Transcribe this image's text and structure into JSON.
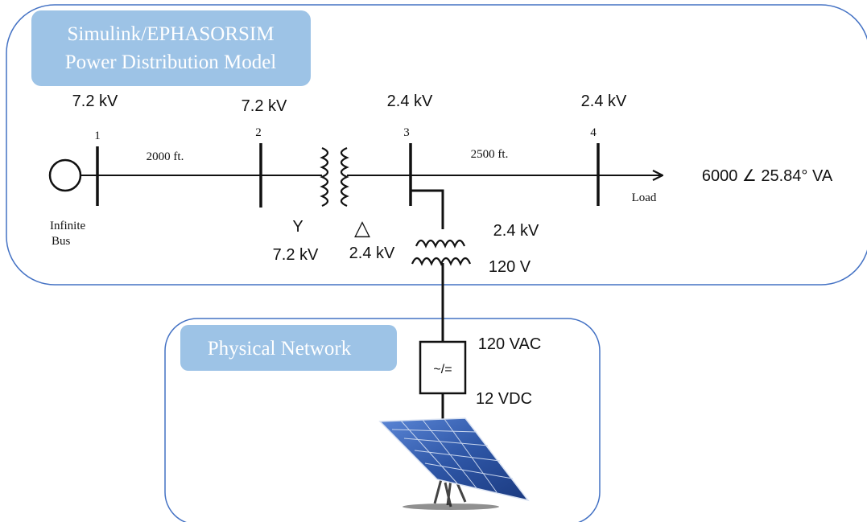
{
  "simulink_box": {
    "title_line1": "Simulink/EPHASORSIM",
    "title_line2": "Power Distribution Model"
  },
  "physical_box": {
    "title": "Physical Network"
  },
  "buses": [
    {
      "number": "1",
      "voltage": "7.2 kV"
    },
    {
      "number": "2",
      "voltage": "7.2 kV"
    },
    {
      "number": "3",
      "voltage": "2.4 kV"
    },
    {
      "number": "4",
      "voltage": "2.4 kV"
    }
  ],
  "lines": {
    "line_1_2": "2000 ft.",
    "line_3_4": "2500 ft."
  },
  "source": {
    "label_line1": "Infinite",
    "label_line2": "Bus"
  },
  "load": {
    "label": "Load",
    "rating": "6000 ∠ 25.84° VA"
  },
  "main_transformer": {
    "primary_connection": "Y",
    "secondary_connection": "△",
    "primary_voltage": "7.2 kV",
    "secondary_voltage": "2.4 kV"
  },
  "service_transformer": {
    "primary_voltage": "2.4 kV",
    "secondary_voltage": "120 V"
  },
  "inverter": {
    "symbol": "~/=",
    "ac_voltage": "120 VAC",
    "dc_voltage": "12 VDC"
  },
  "colors": {
    "box_border": "#4472c4",
    "label_fill": "#9dc3e6",
    "panel_blue": "#2f5aa8",
    "line": "#111111"
  }
}
